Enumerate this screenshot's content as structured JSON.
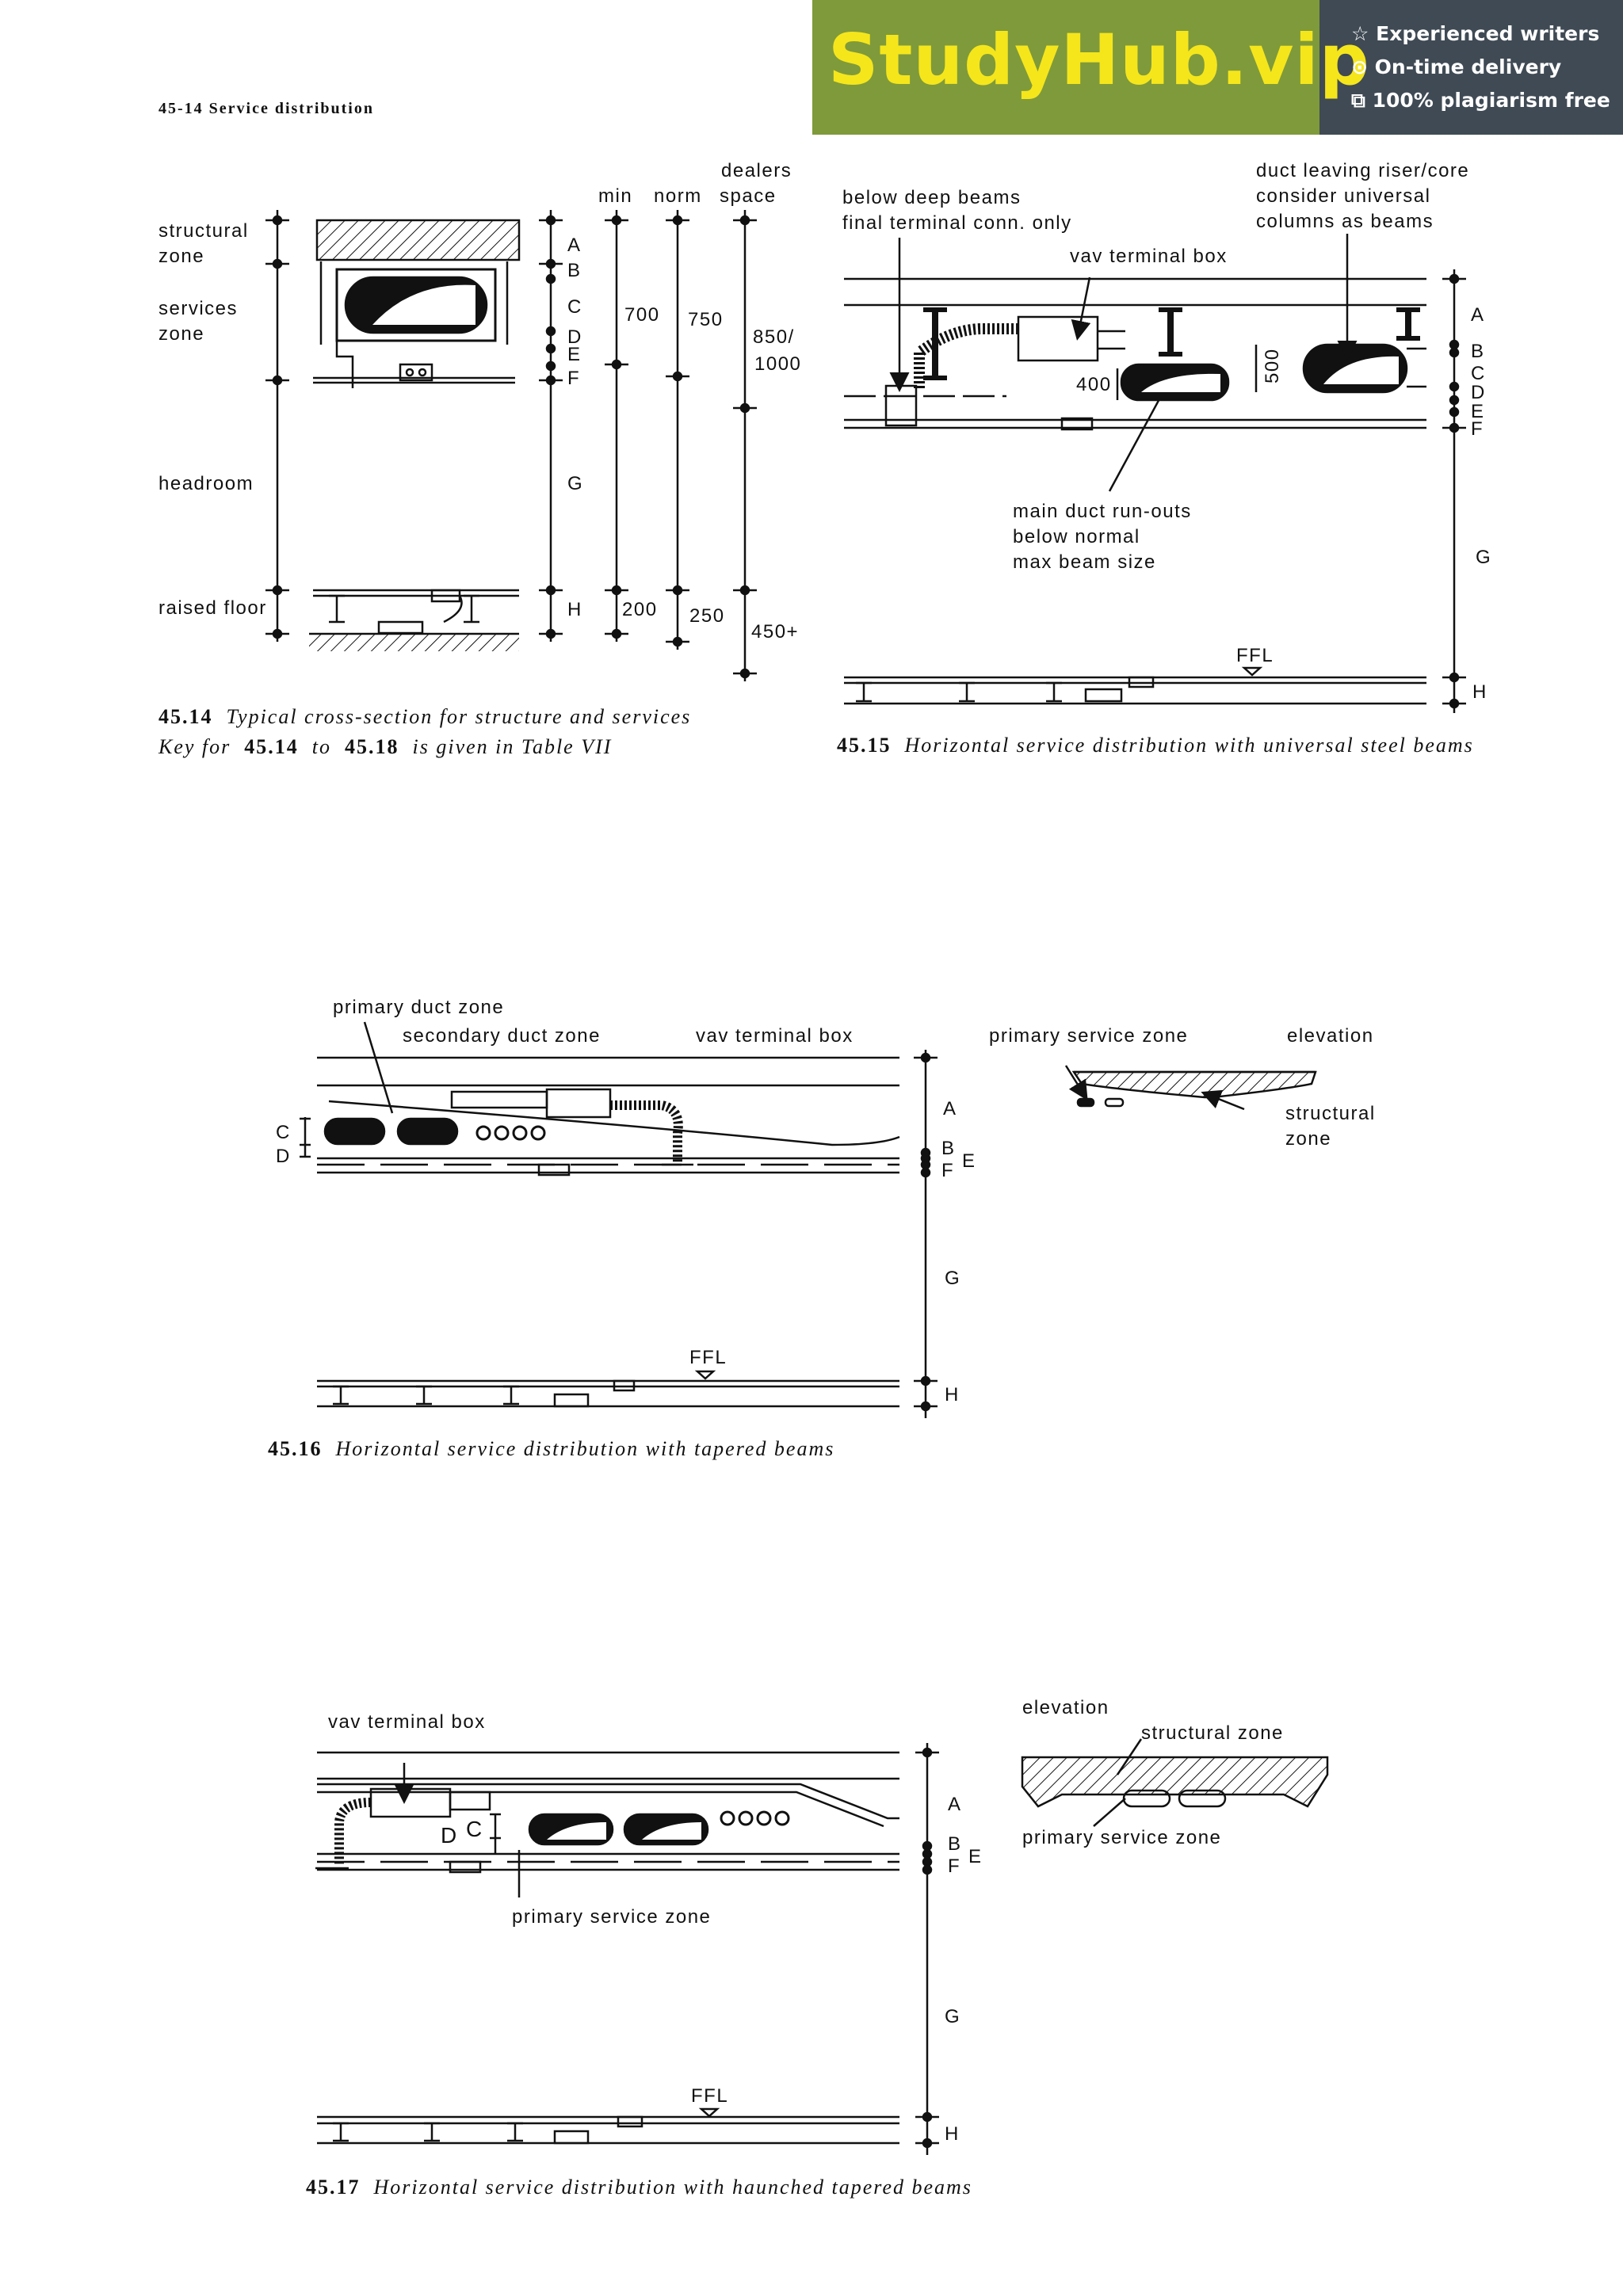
{
  "banner": {
    "brand": "StudyHub.vip",
    "features": [
      {
        "icon": "star-outline-icon",
        "glyph": "☆",
        "text": "Experienced writers"
      },
      {
        "icon": "clock-icon",
        "glyph": "⊙",
        "text": "On-time delivery"
      },
      {
        "icon": "document-copy-icon",
        "glyph": "⧉",
        "text": "100% plagiarism free"
      }
    ],
    "colors": {
      "left": "#7f9a3a",
      "right": "#3f4a54",
      "brand": "#f5e61c"
    }
  },
  "header": "45-14  Service  distribution",
  "fig14": {
    "col_min": "min",
    "col_norm": "norm",
    "col_dealers": "dealers",
    "col_space": "space",
    "zone_structural": "structural",
    "zone_structural2": "zone",
    "zone_services": "services",
    "zone_services2": "zone",
    "zone_headroom": "headroom",
    "zone_raised": "raised  floor",
    "letters": [
      "A",
      "B",
      "C",
      "D",
      "E",
      "F",
      "G",
      "H"
    ],
    "v700": "700",
    "v750": "750",
    "v850": "850/",
    "v1000": "1000",
    "v200": "200",
    "v250": "250",
    "v450": "450+",
    "caption_num": "45.14",
    "caption_text": "Typical  cross-section  for  structure  and  services",
    "caption2_pre": "Key  for",
    "caption2_n1": "45.14",
    "caption2_mid": "to",
    "caption2_n2": "45.18",
    "caption2_post": "is  given  in  Table  VII"
  },
  "fig15": {
    "lbl_below1": "below  deep  beams",
    "lbl_below2": "final  terminal  conn.  only",
    "lbl_vav": "vav  terminal  box",
    "lbl_duct1": "duct  leaving  riser/core",
    "lbl_duct2": "consider  universal",
    "lbl_duct3": "columns  as  beams",
    "lbl_main1": "main  duct  run-outs",
    "lbl_main2": "below  normal",
    "lbl_main3": "max  beam  size",
    "v400": "400",
    "v500": "500",
    "ffl": "FFL",
    "letters": [
      "A",
      "B",
      "C",
      "D",
      "E",
      "F",
      "G",
      "H"
    ],
    "caption_num": "45.15",
    "caption_text": "Horizontal  service  distribution  with  universal  steel  beams"
  },
  "fig16": {
    "lbl_primary_duct": "primary  duct  zone",
    "lbl_secondary": "secondary  duct  zone",
    "lbl_vav": "vav  terminal  box",
    "lbl_primary_service": "primary  service  zone",
    "lbl_elevation": "elevation",
    "lbl_structural1": "structural",
    "lbl_structural2": "zone",
    "letters_left": [
      "C",
      "D"
    ],
    "letters_right": [
      "A",
      "B",
      "E",
      "F",
      "G",
      "H"
    ],
    "ffl": "FFL",
    "caption_num": "45.16",
    "caption_text": "Horizontal  service  distribution  with  tapered  beams"
  },
  "fig17": {
    "lbl_vav": "vav  terminal  box",
    "lbl_primary": "primary  service  zone",
    "lbl_elevation": "elevation",
    "lbl_structural": "structural  zone",
    "lbl_primary2": "primary  service  zone",
    "lbl_D": "D",
    "lbl_C": "C",
    "letters_right": [
      "A",
      "B",
      "E",
      "F",
      "G",
      "H"
    ],
    "ffl": "FFL",
    "caption_num": "45.17",
    "caption_text": "Horizontal  service  distribution  with  haunched  tapered  beams"
  }
}
